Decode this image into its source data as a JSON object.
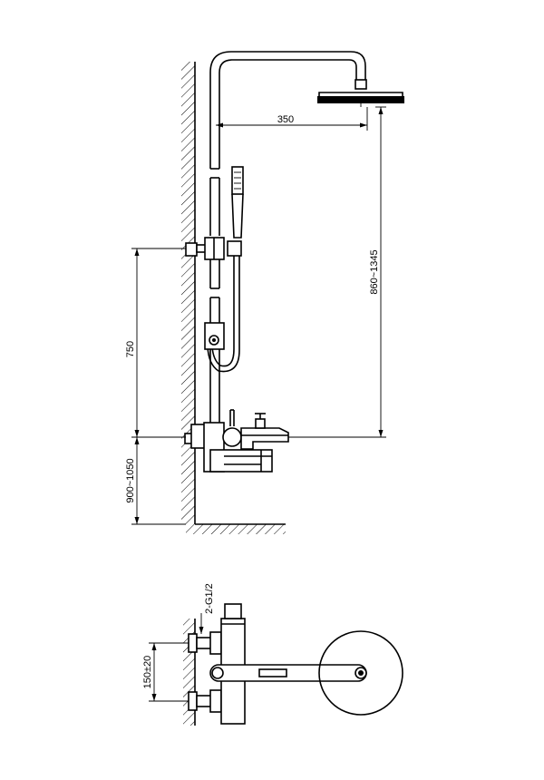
{
  "drawing": {
    "dimensions": {
      "head_reach": "350",
      "riser_height_range": "860~1345",
      "bracket_spacing": "750",
      "mixer_height_range": "900~1050",
      "inlet_thread": "2-G1/2",
      "inlet_spacing": "150±20"
    }
  }
}
